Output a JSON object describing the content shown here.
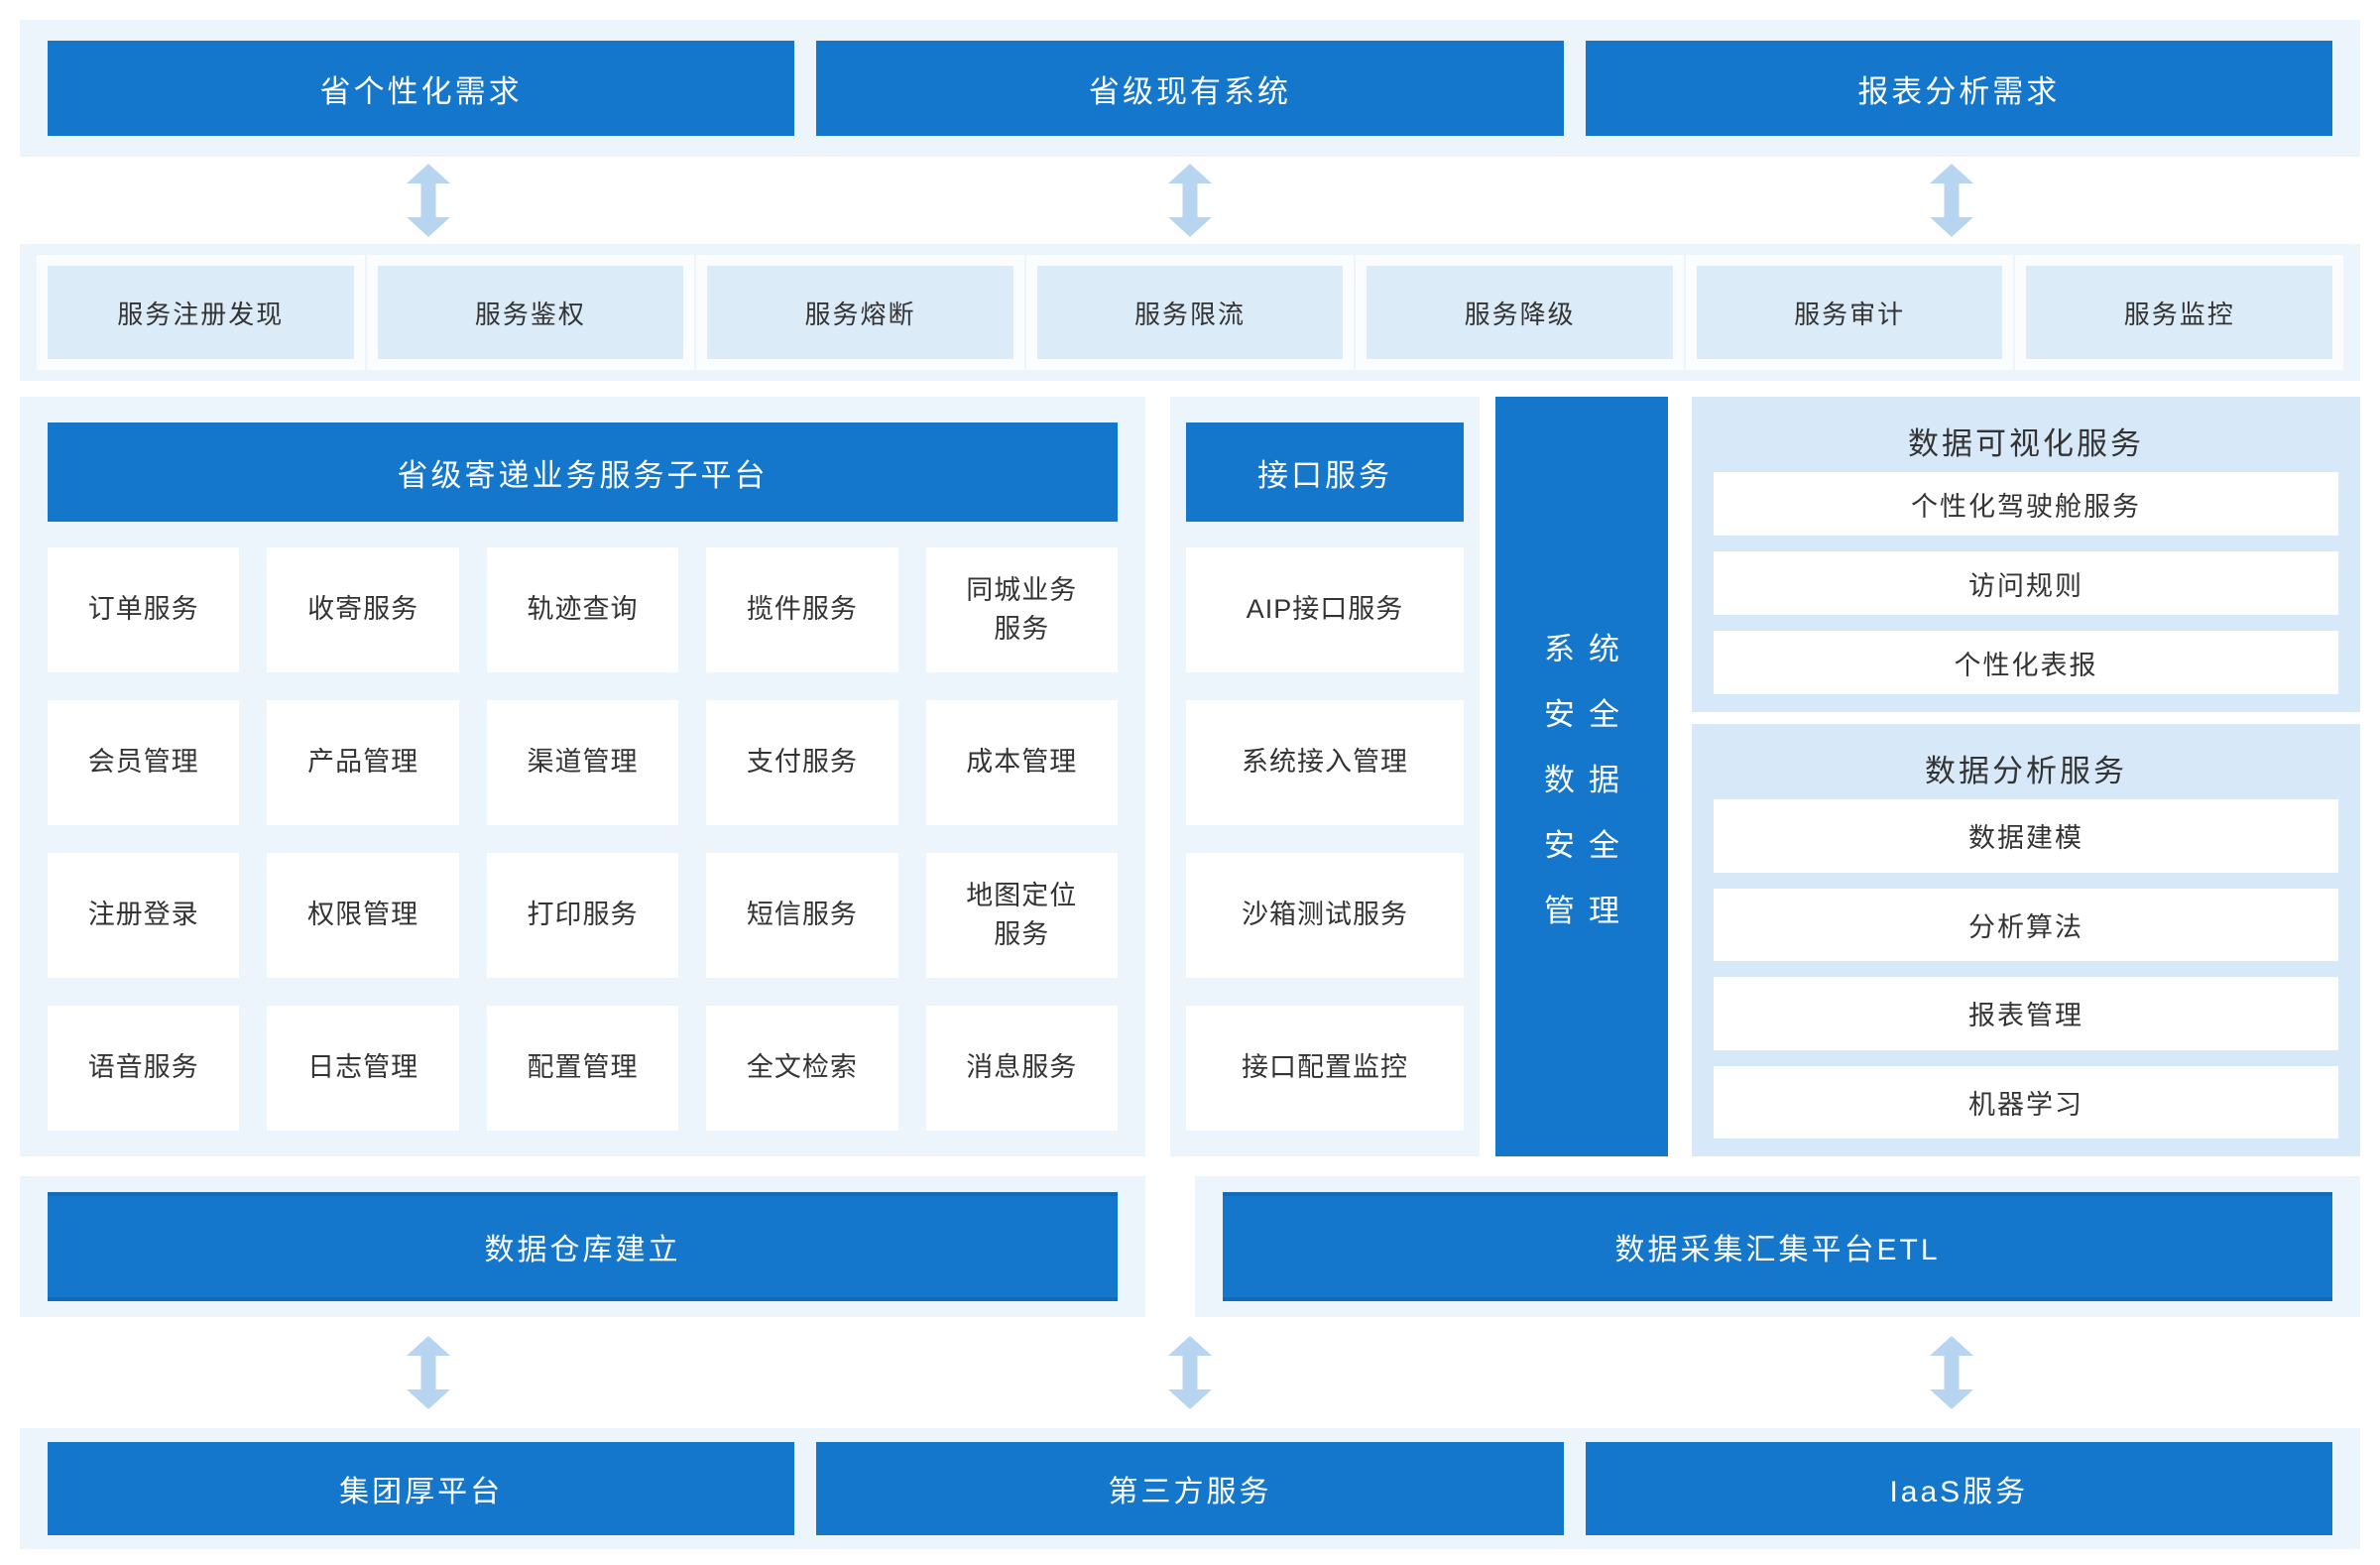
{
  "colors": {
    "primary_blue": "#1577CC",
    "band_bg": "#EDF5FC",
    "tile_bg": "#DCEBF8",
    "subpanel_bg": "#D7E9F8",
    "arrow_color": "#B7D5F0",
    "text_dark": "#333333",
    "text_white": "#FFFFFF"
  },
  "top_band": {
    "items": [
      "省个性化需求",
      "省级现有系统",
      "报表分析需求"
    ]
  },
  "service_band": {
    "items": [
      "服务注册发现",
      "服务鉴权",
      "服务熔断",
      "服务限流",
      "服务降级",
      "服务审计",
      "服务监控"
    ]
  },
  "platform_panel": {
    "title": "省级寄递业务服务子平台",
    "cells": [
      "订单服务",
      "收寄服务",
      "轨迹查询",
      "揽件服务",
      "同城业务\n服务",
      "会员管理",
      "产品管理",
      "渠道管理",
      "支付服务",
      "成本管理",
      "注册登录",
      "权限管理",
      "打印服务",
      "短信服务",
      "地图定位\n服务",
      "语音服务",
      "日志管理",
      "配置管理",
      "全文检索",
      "消息服务"
    ]
  },
  "interface_panel": {
    "title": "接口服务",
    "cells": [
      "AIP接口服务",
      "系统接入管理",
      "沙箱测试服务",
      "接口配置监控"
    ]
  },
  "security_bar": {
    "lines": [
      "系统",
      "安全",
      "数据",
      "安全",
      "管理"
    ]
  },
  "visualization_panel": {
    "title": "数据可视化服务",
    "items": [
      "个性化驾驶舱服务",
      "访问规则",
      "个性化表报"
    ]
  },
  "analysis_panel": {
    "title": "数据分析服务",
    "items": [
      "数据建模",
      "分析算法",
      "报表管理",
      "机器学习"
    ]
  },
  "warehouse_bar": {
    "label": "数据仓库建立"
  },
  "etl_bar": {
    "label": "数据采集汇集平台ETL"
  },
  "bottom_band": {
    "items": [
      "集团厚平台",
      "第三方服务",
      "IaaS服务"
    ]
  }
}
